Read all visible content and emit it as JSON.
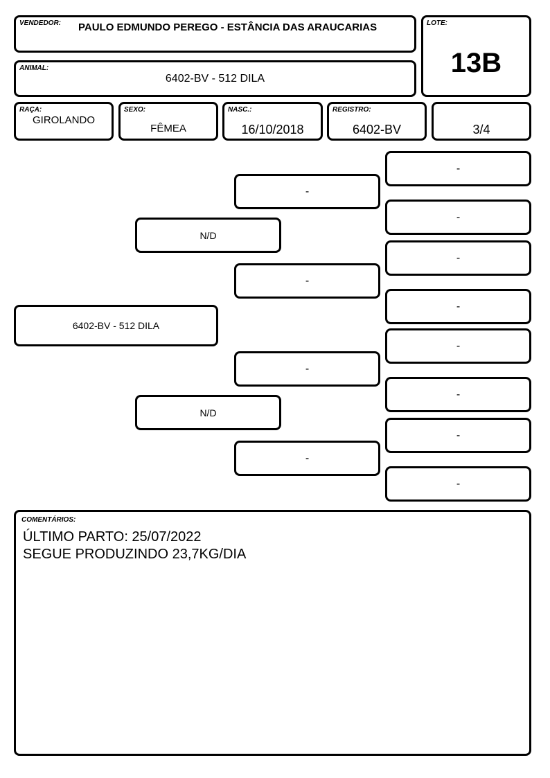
{
  "header": {
    "vendedor_label": "VENDEDOR:",
    "vendedor_value": "PAULO EDMUNDO PEREGO - ESTÂNCIA  DAS ARAUCARIAS",
    "lote_label": "LOTE:",
    "lote_value": "13B",
    "animal_label": "ANIMAL:",
    "animal_value": "6402-BV - 512 DILA"
  },
  "info": {
    "raca_label": "RAÇA:",
    "raca_value": "GIROLANDO",
    "sexo_label": "SEXO:",
    "sexo_value": "FÊMEA",
    "nasc_label": "NASC.:",
    "nasc_value": "16/10/2018",
    "registro_label": "REGISTRO:",
    "registro_value": "6402-BV",
    "grau_value": "3/4"
  },
  "pedigree": {
    "animal": "6402-BV - 512 DILA",
    "sire": "N/D",
    "dam": "N/D",
    "grandparents": [
      "-",
      "-",
      "-",
      "-"
    ],
    "great_grandparents": [
      "-",
      "-",
      "-",
      "-",
      "-",
      "-",
      "-",
      "-"
    ]
  },
  "comments": {
    "label": "COMENTÁRIOS:",
    "lines": [
      "ÚLTIMO PARTO: 25/07/2022",
      "SEGUE PRODUZINDO 23,7KG/DIA"
    ]
  }
}
